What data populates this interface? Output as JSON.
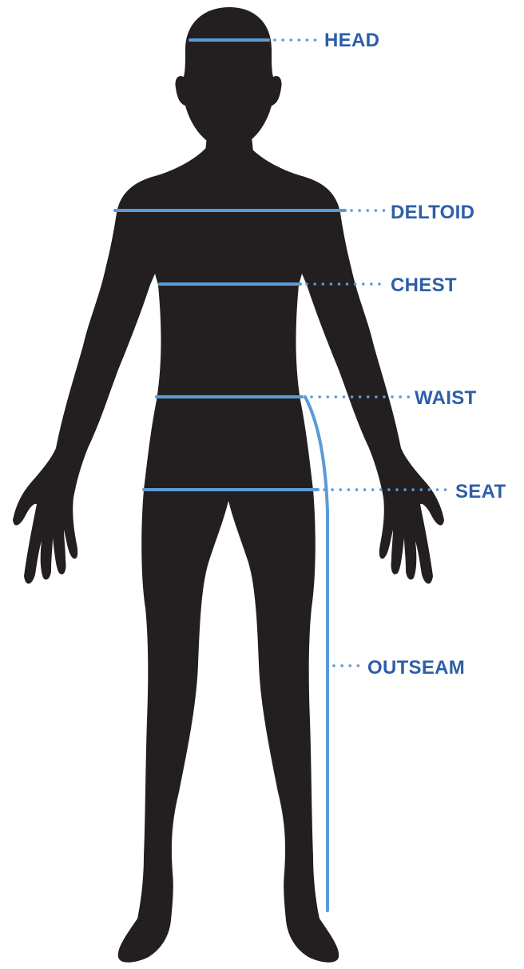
{
  "colors": {
    "silhouette": "#231f20",
    "measure_line": "#5b9bd5",
    "dot_leader": "#5b9bd5",
    "label_text": "#2d5ea8",
    "background": "#ffffff"
  },
  "measurements": [
    {
      "key": "head",
      "label": "HEAD"
    },
    {
      "key": "deltoid",
      "label": "DELTOID"
    },
    {
      "key": "chest",
      "label": "CHEST"
    },
    {
      "key": "waist",
      "label": "WAIST"
    },
    {
      "key": "seat",
      "label": "SEAT"
    },
    {
      "key": "outseam",
      "label": "OUTSEAM"
    }
  ]
}
